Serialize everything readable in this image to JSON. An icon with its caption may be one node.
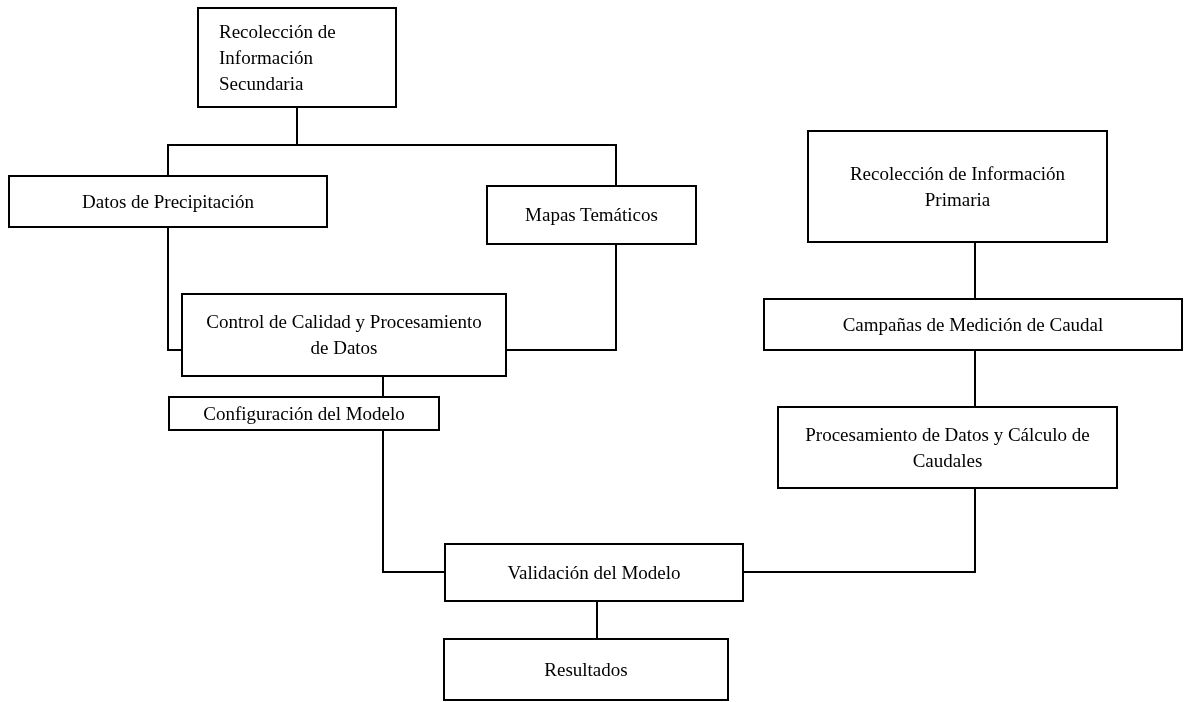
{
  "diagram": {
    "nodes": [
      {
        "text": [
          "Recolección de Información Secundaria"
        ]
      },
      {
        "text": [
          "Datos de Precipitación"
        ]
      },
      {
        "text": [
          "Mapas Temáticos"
        ]
      },
      {
        "text": [
          "Control de Calidad y Procesamiento de Datos"
        ]
      },
      {
        "text": [
          "Configuración del Modelo"
        ]
      },
      {
        "text": [
          "Recolección de Información Primaria"
        ]
      },
      {
        "text": [
          "Campañas de Medición de Caudal"
        ]
      },
      {
        "text": [
          "Procesamiento de Datos y Cálculo de Caudales"
        ]
      },
      {
        "text": [
          "Validación del Modelo"
        ]
      },
      {
        "text": [
          "Resultados"
        ]
      }
    ],
    "edges": [
      {
        "from": 0,
        "to": 1,
        "arrow": "none"
      },
      {
        "from": 0,
        "to": 2,
        "arrow": "none"
      },
      {
        "from": 1,
        "to": 3,
        "arrow": "none"
      },
      {
        "from": 2,
        "to": 3,
        "arrow": "none"
      },
      {
        "from": 3,
        "to": 4,
        "arrow": "none"
      },
      {
        "from": 4,
        "to": 8,
        "arrow": "none"
      },
      {
        "from": 5,
        "to": 6,
        "arrow": "none"
      },
      {
        "from": 6,
        "to": 7,
        "arrow": "none"
      },
      {
        "from": 7,
        "to": 8,
        "arrow": "none"
      },
      {
        "from": 8,
        "to": 9,
        "arrow": "none"
      }
    ]
  }
}
